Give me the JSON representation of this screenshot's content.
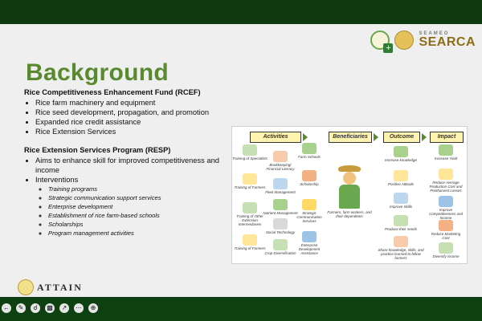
{
  "slide": {
    "title": "Background",
    "rcef": {
      "heading": "Rice Competitiveness Enhancement Fund (RCEF)",
      "items": [
        "Rice farm machinery and equipment",
        "Rice seed development, propagation, and promotion",
        "Expanded rice credit assistance",
        "Rice Extension Services"
      ]
    },
    "resp": {
      "heading": "Rice Extension Services Program (RESP)",
      "items": [
        "Aims to enhance skill for improved competitiveness and income",
        "Interventions"
      ],
      "interventions": [
        "Training programs",
        "Strategic communication support services",
        "Enterprise development",
        "Establishment of rice farm-based schools",
        "Scholarships",
        "Program management activities"
      ]
    }
  },
  "logos": {
    "seameo": "SEAMEO",
    "searca": "SEARCA",
    "attain": "ATTAIN"
  },
  "diagram": {
    "headers": [
      "Activities",
      "Beneficiaries",
      "Outcome",
      "Impact"
    ],
    "activities": [
      "Training of Specialists",
      "Bookkeeping/ Financial Literacy",
      "Farm Schools",
      "Training of Farmers",
      "Fleet Management",
      "Scholarship",
      "Training of Other Extension Intermediaries",
      "Nutrient Management",
      "Strategic Communication Services",
      "Social Technology",
      "Training of Farmers",
      "Crop Diversification",
      "Enterprise Development Assistance"
    ],
    "beneficiary": "Farmers, farm workers, and their dependents",
    "outcomes": [
      "Increase knowledge",
      "Positive Attitude",
      "Improve Skills",
      "Produce their seeds",
      "Share knowledge, skills, and practice learned to fellow farmers"
    ],
    "impacts": [
      "Increase Yield",
      "Reduce Average Production Cost and Postharvest Losses",
      "Improve Competitiveness and Income",
      "Reduce Marketing Cost",
      "Diversify income"
    ]
  },
  "colors": {
    "title_green": "#5a8a2f",
    "header_yellow": "#fff3b0",
    "top_bar": "#0f3a10",
    "bottom_bar": "#0e4012"
  },
  "controls": [
    "back-icon",
    "pen-icon",
    "search-icon",
    "cc-icon",
    "share-icon",
    "more-icon",
    "zoom-icon"
  ]
}
